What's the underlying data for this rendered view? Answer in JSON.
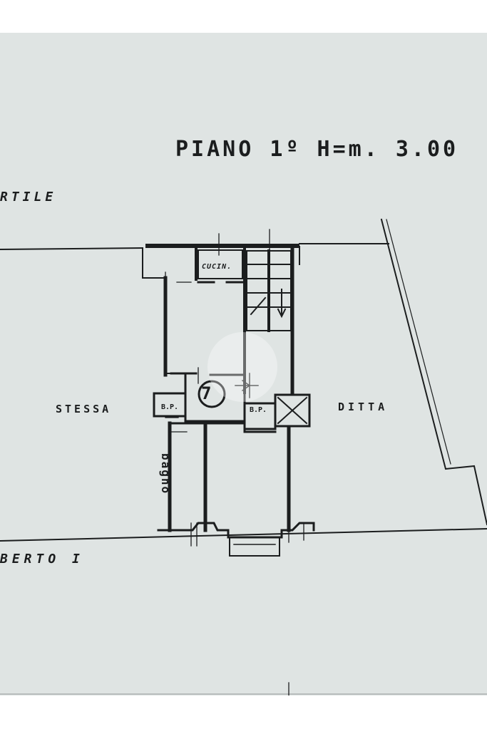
{
  "plan": {
    "title": "PIANO 1º H=m. 3.00",
    "labels": {
      "cortile": "RTILE",
      "stessa": "STESSA",
      "ditta": "DITTA",
      "street": "BERTO I",
      "kitchen": "CUCIN.",
      "bathroom": "bagno",
      "bp_left": "B.P.",
      "bp_right": "B.P.",
      "unit_number": "7"
    }
  },
  "colors": {
    "paper": "#dfe4e3",
    "ink": "#1b1d1e"
  }
}
